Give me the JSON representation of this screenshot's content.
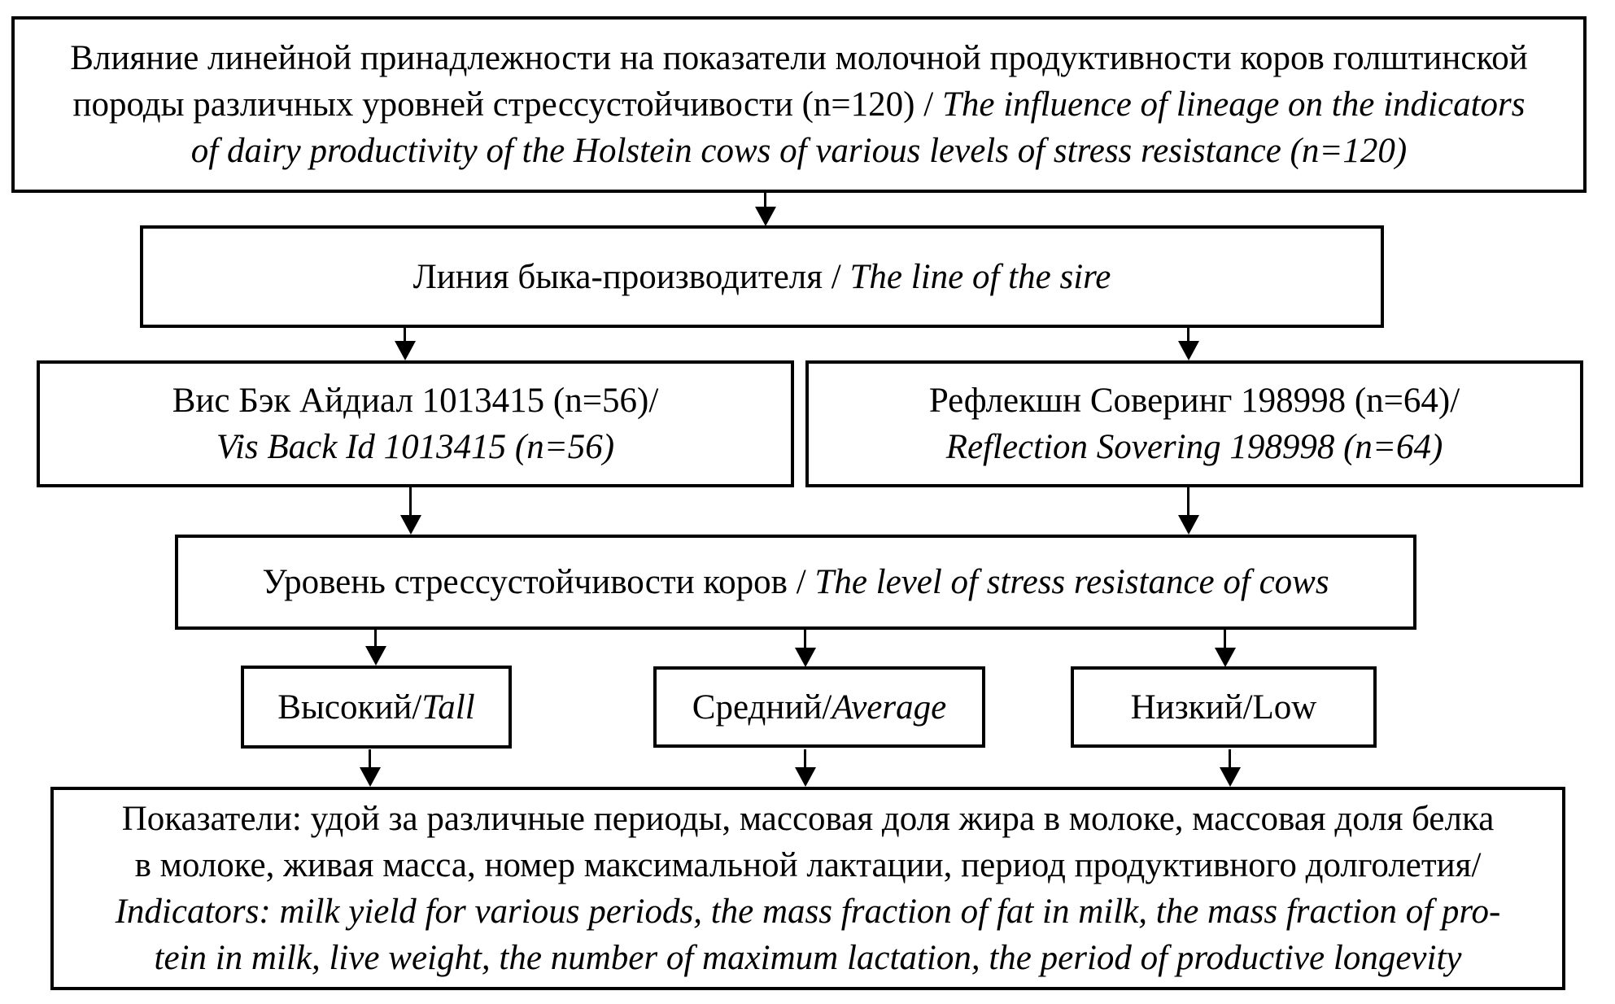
{
  "diagram": {
    "title_box": {
      "line1_ru": "Влияние линейной принадлежности на показатели молочной продуктивности коров голштинской",
      "line2_ru": "породы различных уровней стрессустойчивости (n=120) / ",
      "line2_en": "The influence of lineage on the indicators",
      "line3_en": "of dairy productivity of the Holstein cows of various levels of stress resistance (n=120)"
    },
    "sire_line_box": {
      "ru": "Линия быка-производителя / ",
      "en": "The line of the sire"
    },
    "line_vis_back_box": {
      "ru": "Вис Бэк Айдиал 1013415 (n=56)/",
      "en": "Vis Back Id 1013415 (n=56)"
    },
    "line_reflection_box": {
      "ru": "Рефлекшн Соверинг 198998 (n=64)/",
      "en": "Reflection Sovering 198998 (n=64)"
    },
    "stress_level_box": {
      "ru": "Уровень стрессустойчивости коров / ",
      "en": "The level of stress resistance of cows"
    },
    "level_high_box": {
      "ru": "Высокий/",
      "en": "Tall"
    },
    "level_average_box": {
      "ru": "Средний/",
      "en": "Average"
    },
    "level_low_box": {
      "label": "Низкий/Low"
    },
    "indicators_box": {
      "line1_ru": "Показатели: удой за различные периоды, массовая доля жира в молоке, массовая доля белка",
      "line2_ru": "в молоке, живая масса, номер максимальной лактации, период продуктивного долголетия/",
      "line3_en": "Indicators: milk yield for various periods, the mass fraction of fat in milk, the mass fraction of pro-",
      "line4_en": "tein in milk, live weight, the number of maximum lactation, the period of productive longevity"
    },
    "colors": {
      "background": "#ffffff",
      "border": "#000000",
      "text": "#000000"
    }
  }
}
